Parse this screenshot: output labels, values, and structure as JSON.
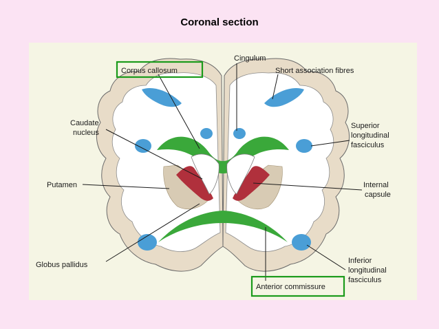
{
  "slide": {
    "title": "Coronal section"
  },
  "colors": {
    "background": "#fbe3f3",
    "panel": "#f5f5e4",
    "white_matter": "#ffffff",
    "cortex": "#e8dcc8",
    "corpus_callosum": "#3aa83a",
    "association_fibres": "#4a9ed6",
    "internal_capsule": "#b0303c",
    "basal_ganglia": "#d8cbb4",
    "highlight_box": "#1a9a1a"
  },
  "labels": {
    "corpus_callosum": "Corpus callosum",
    "cingulum": "Cingulum",
    "short_association_fibres": "Short association fibres",
    "caudate_line1": "Caudate",
    "caudate_line2": "nucleus",
    "superior_line1": "Superior",
    "superior_line2": "longitudinal",
    "superior_line3": "fasciculus",
    "putamen": "Putamen",
    "internal_line1": "Internal",
    "internal_line2": "capsule",
    "globus_pallidus": "Globus pallidus",
    "inferior_line1": "Inferior",
    "inferior_line2": "longitudinal",
    "inferior_line3": "fasciculus",
    "anterior_commissure": "Anterior commissure"
  },
  "highlighted": [
    "Corpus callosum",
    "Anterior commissure"
  ]
}
